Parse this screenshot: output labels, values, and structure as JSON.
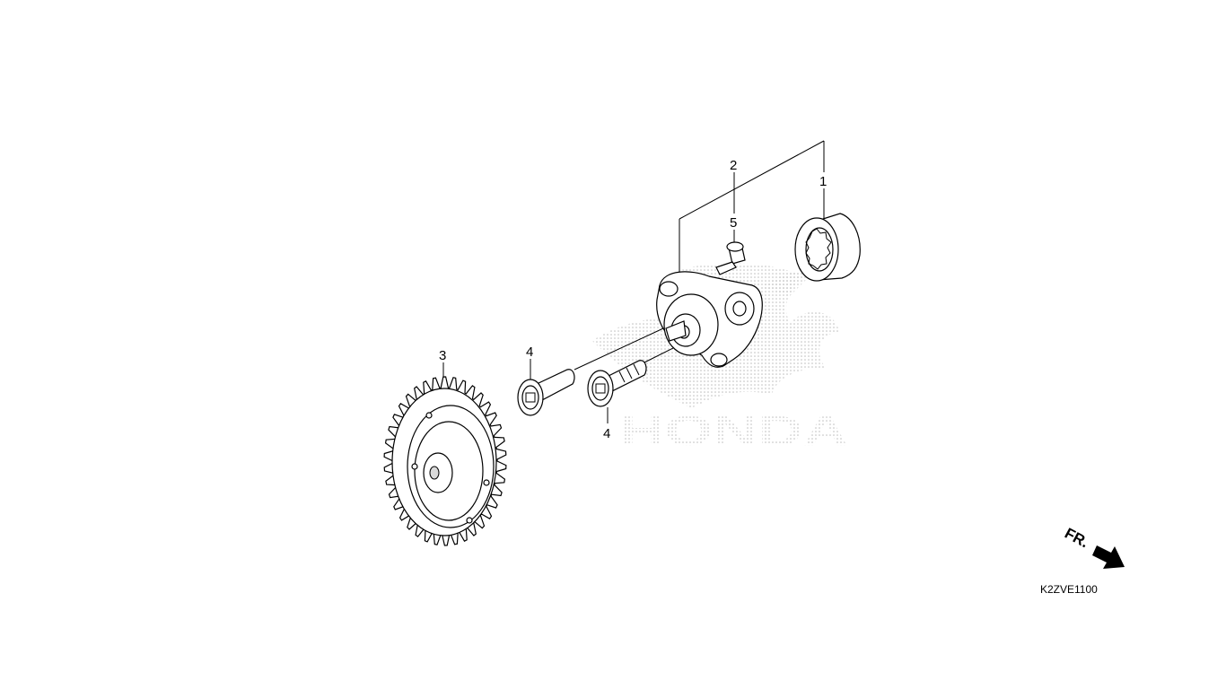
{
  "watermark": {
    "text": "HONDA"
  },
  "callouts": {
    "c1": "1",
    "c2": "2",
    "c3": "3",
    "c4a": "4",
    "c4b": "4",
    "c5": "5"
  },
  "direction": {
    "label": "FR."
  },
  "diagram_code": "K2ZVE1100",
  "icons": {
    "direction_arrow": "arrow-down-right-icon",
    "wing_logo": "honda-wing-logo"
  },
  "colors": {
    "line": "#000000",
    "watermark": "#cfcfcf",
    "background": "#ffffff"
  }
}
